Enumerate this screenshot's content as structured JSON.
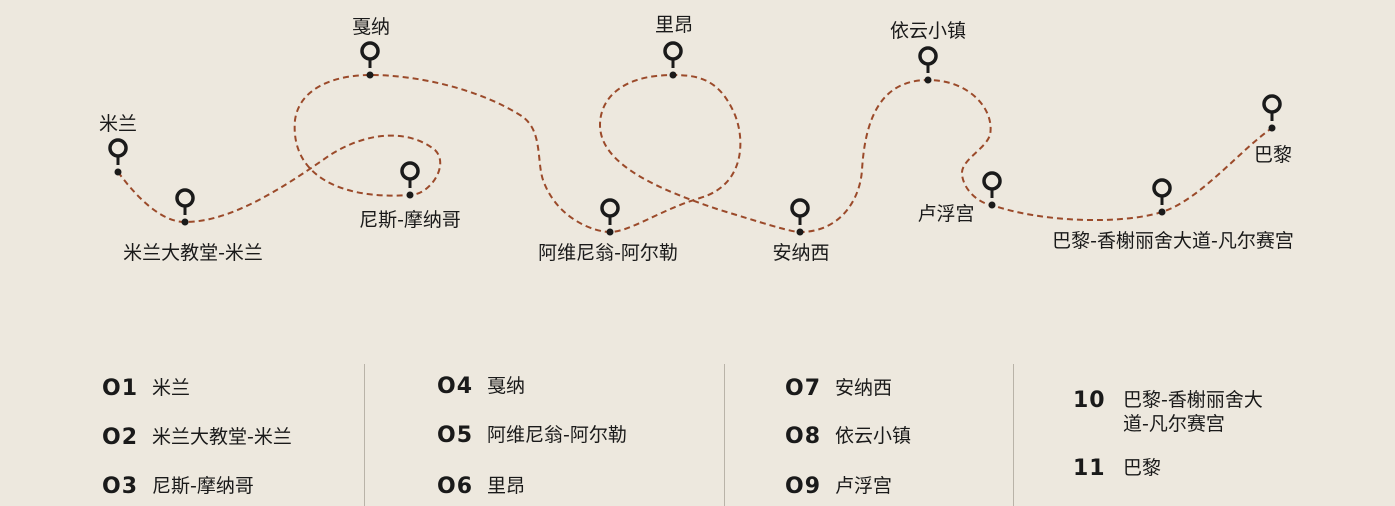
{
  "route": {
    "path_color": "#9b4a2a",
    "pin_color": "#1a1a1a",
    "stops": [
      {
        "num": "O1",
        "name": "米兰"
      },
      {
        "num": "O2",
        "name": "米兰大教堂-米兰"
      },
      {
        "num": "O3",
        "name": "尼斯-摩纳哥"
      },
      {
        "num": "O4",
        "name": "戛纳"
      },
      {
        "num": "O5",
        "name": "阿维尼翁-阿尔勒"
      },
      {
        "num": "O6",
        "name": "里昂"
      },
      {
        "num": "O7",
        "name": "安纳西"
      },
      {
        "num": "O8",
        "name": "依云小镇"
      },
      {
        "num": "O9",
        "name": "卢浮宫"
      },
      {
        "num": "10",
        "name": "巴黎-香榭丽舍大道-凡尔赛宫"
      },
      {
        "num": "11",
        "name": "巴黎"
      }
    ]
  },
  "legend": {
    "columns": [
      [
        {
          "num": "O1",
          "name": "米兰"
        },
        {
          "num": "O2",
          "name": "米兰大教堂-米兰"
        },
        {
          "num": "O3",
          "name": "尼斯-摩纳哥"
        }
      ],
      [
        {
          "num": "O4",
          "name": "戛纳"
        },
        {
          "num": "O5",
          "name": "阿维尼翁-阿尔勒"
        },
        {
          "num": "O6",
          "name": "里昂"
        }
      ],
      [
        {
          "num": "O7",
          "name": "安纳西"
        },
        {
          "num": "O8",
          "name": "依云小镇"
        },
        {
          "num": "O9",
          "name": "卢浮宫"
        }
      ],
      [
        {
          "num": "10",
          "name": "巴黎-香榭丽舍大道-凡尔赛宫"
        },
        {
          "num": "11",
          "name": "巴黎"
        }
      ]
    ]
  }
}
